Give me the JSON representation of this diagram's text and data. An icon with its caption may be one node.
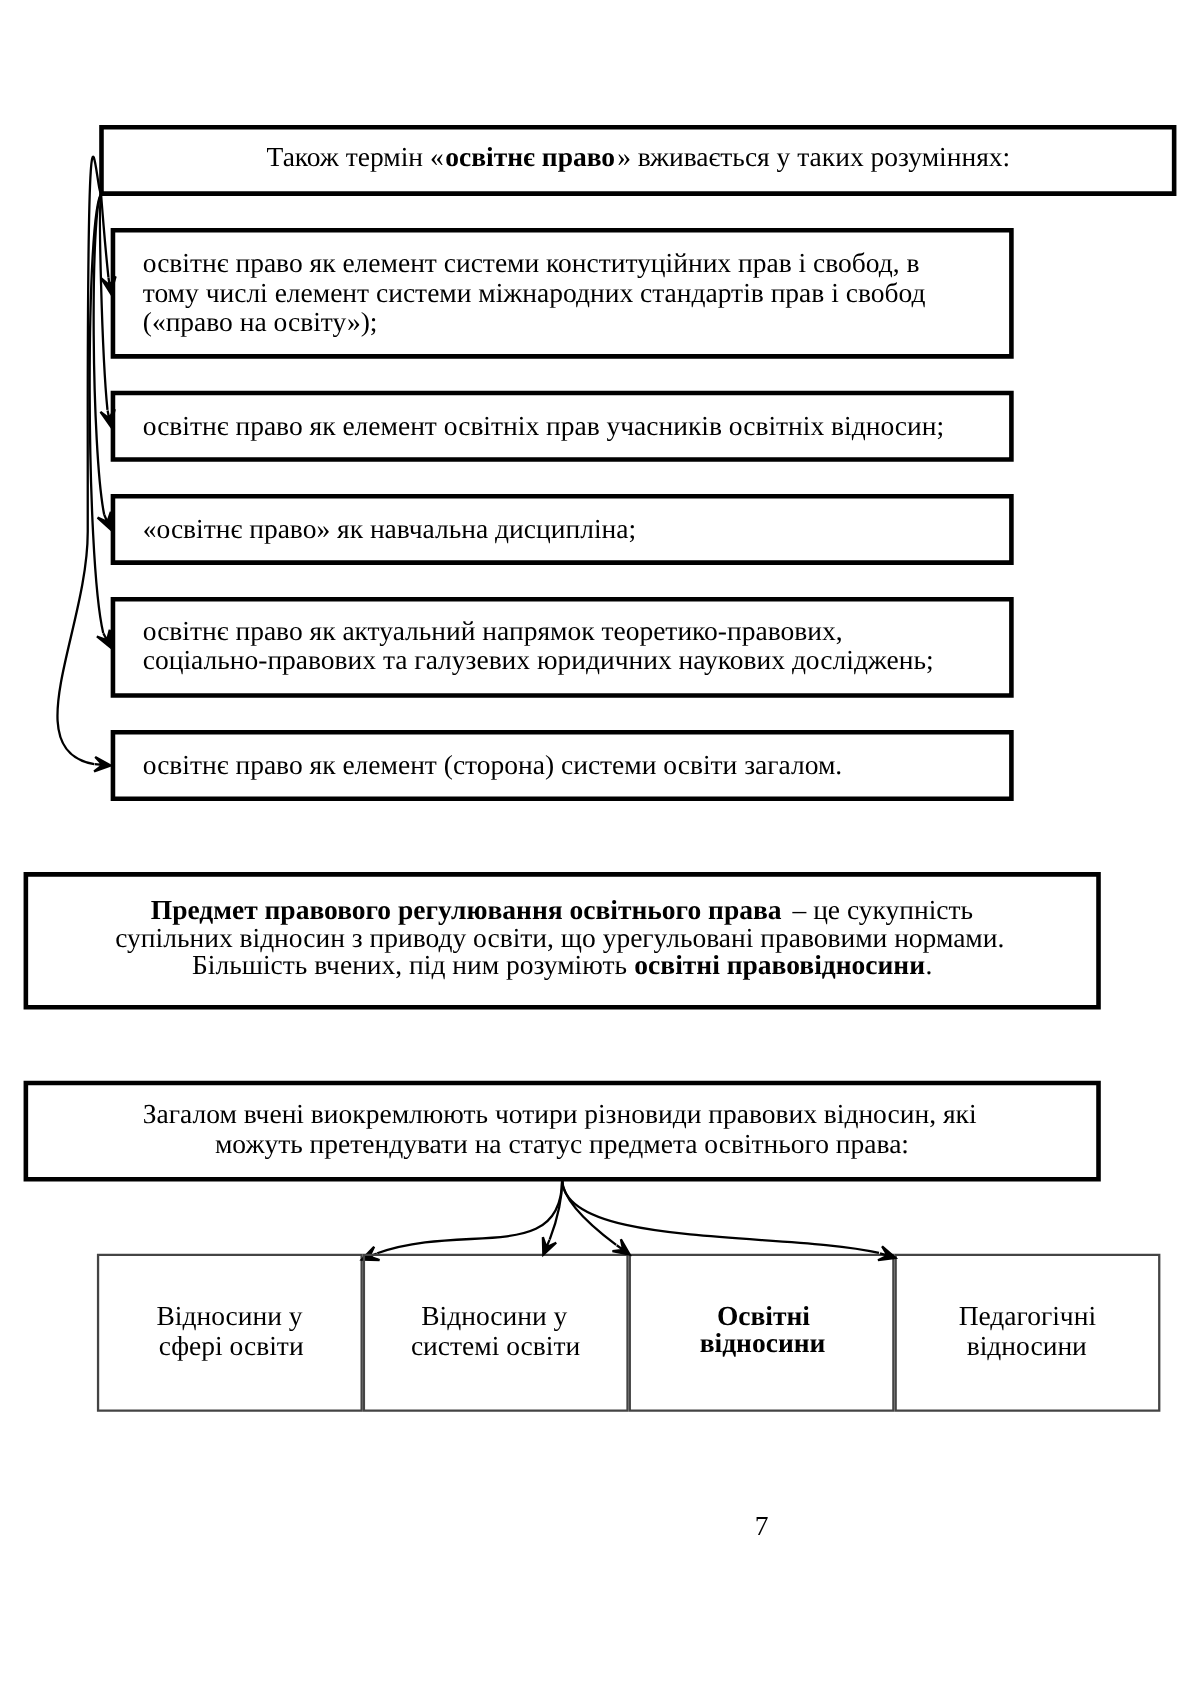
{
  "diagram": {
    "nodes": [
      {
        "text": [
          "Також термін «**освітнє право**» вживається у таких розуміннях:"
        ]
      },
      {
        "text": [
          "освітнє право як елемент системи конституційних прав і свобод, в тому числі елемент системи міжнародних стандартів прав і свобод («право на освіту»);"
        ]
      },
      {
        "text": [
          "освітнє право як елемент освітніх прав учасників освітніх відносин;"
        ]
      },
      {
        "text": [
          "«освітнє право» як навчальна дисципліна;"
        ]
      },
      {
        "text": [
          "освітнє право як актуальний напрямок теоретико-правових, соціально-правових та галузевих юридичних наукових досліджень;"
        ]
      },
      {
        "text": [
          "освітнє право як елемент (сторона) системи освіти загалом."
        ]
      },
      {
        "text": [
          "**Предмет правового регулювання освітнього права** – це сукупність супільних відносин з приводу освіти, що урегульовані правовими нормами. Більшість вчених, під ним розуміють **освітні правовідносини**."
        ]
      },
      {
        "text": [
          "Загалом вчені виокремлюють чотири різновиди правових відносин, які можуть претендувати на статус предмета освітнього права:"
        ]
      },
      {
        "text": [
          "Відносини у сфері освіти"
        ]
      },
      {
        "text": [
          "Відносини у системі освіти"
        ]
      },
      {
        "text": [
          "Освітні відносини"
        ]
      },
      {
        "text": [
          "Педагогічні відносини"
        ]
      }
    ],
    "edges": [
      {
        "from": 0,
        "to": 1,
        "arrow": "to"
      },
      {
        "from": 0,
        "to": 2,
        "arrow": "to"
      },
      {
        "from": 0,
        "to": 3,
        "arrow": "to"
      },
      {
        "from": 0,
        "to": 4,
        "arrow": "to"
      },
      {
        "from": 0,
        "to": 5,
        "arrow": "to"
      },
      {
        "from": 7,
        "to": 8,
        "arrow": "to"
      },
      {
        "from": 7,
        "to": 9,
        "arrow": "to"
      },
      {
        "from": 7,
        "to": 10,
        "arrow": "to"
      },
      {
        "from": 7,
        "to": 11,
        "arrow": "to"
      }
    ],
    "labels": [
      "7"
    ]
  }
}
